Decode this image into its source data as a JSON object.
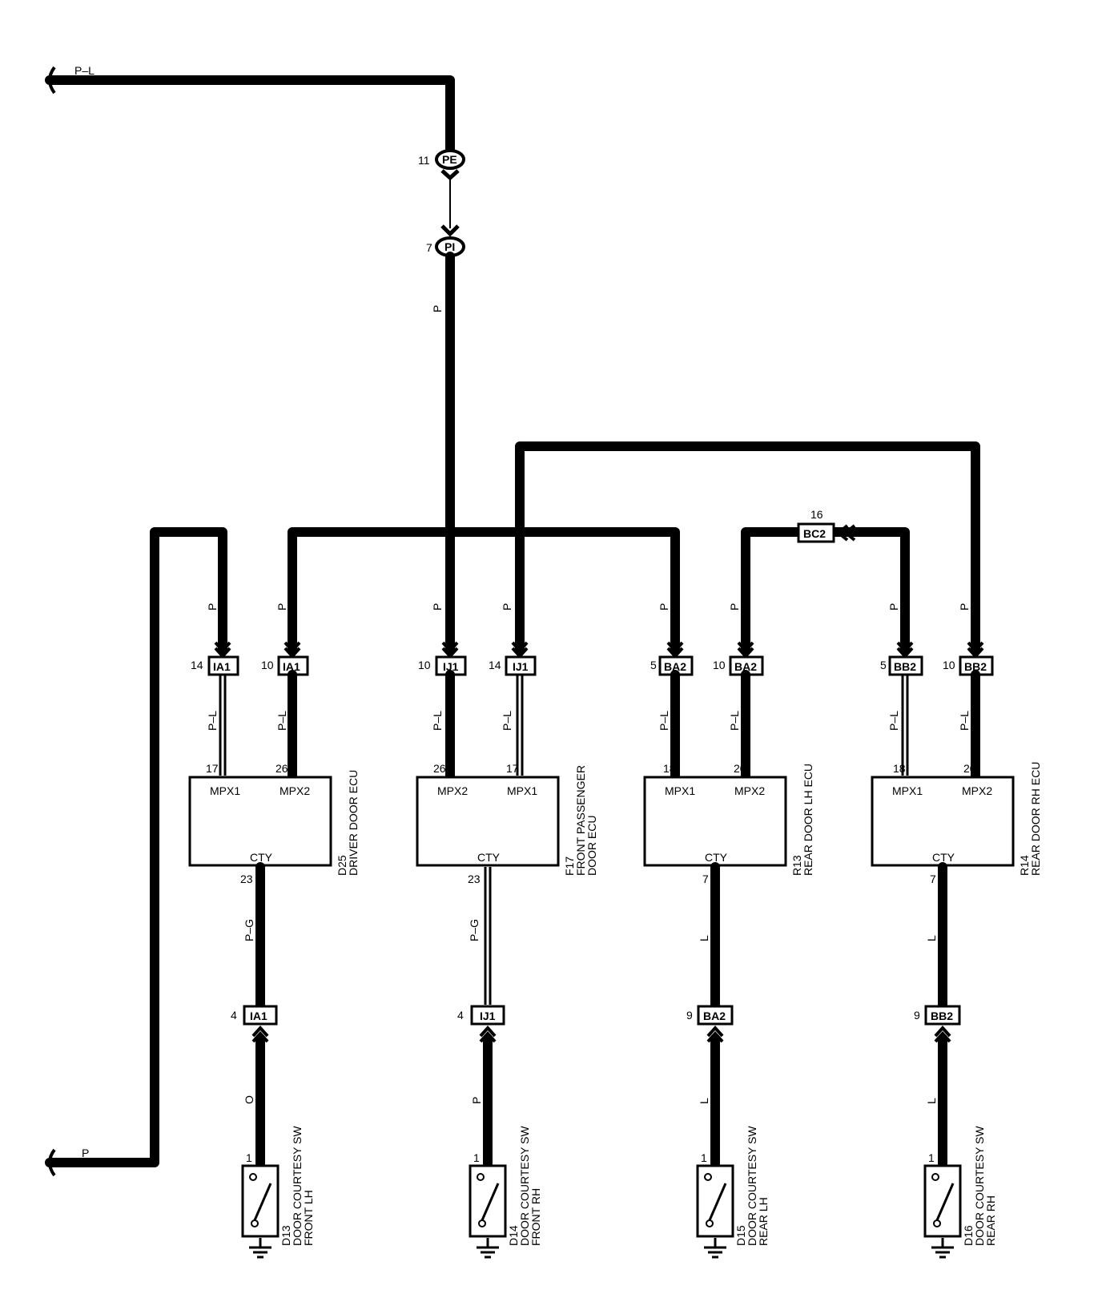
{
  "diagram": {
    "end_wires": {
      "top_left": "P–L",
      "bottom_left": "P"
    },
    "splice_top": {
      "pin": "11",
      "code": "PE"
    },
    "splice_bottom": {
      "pin": "7",
      "code": "PI"
    },
    "trunk_wire": "P",
    "junction": {
      "pin": "16",
      "code": "BC2"
    },
    "ecus": [
      {
        "id": "D25",
        "name": "DRIVER DOOR ECU",
        "top_wire_colors": [
          "P",
          "P"
        ],
        "top_connectors": [
          {
            "pin": "14",
            "code": "IA1"
          },
          {
            "pin": "10",
            "code": "IA1"
          }
        ],
        "mid_wire_colors": [
          "P–L",
          "P–L"
        ],
        "ecu_pins": [
          "17",
          "26"
        ],
        "ports": [
          "MPX1",
          "MPX2"
        ],
        "bottom_port": "CTY",
        "bottom_pin": "23",
        "bottom_wire": "P–G",
        "bottom_connector": {
          "pin": "4",
          "code": "IA1"
        },
        "switch_wire": "O",
        "switch_pin": "1",
        "switch": {
          "id": "D13",
          "name": "DOOR COURTESY SW",
          "sub": "FRONT LH"
        }
      },
      {
        "id": "F17",
        "name": "FRONT PASSENGER",
        "name2": "DOOR ECU",
        "top_wire_colors": [
          "P",
          "P"
        ],
        "top_connectors": [
          {
            "pin": "10",
            "code": "IJ1"
          },
          {
            "pin": "14",
            "code": "IJ1"
          }
        ],
        "mid_wire_colors": [
          "P–L",
          "P–L"
        ],
        "ecu_pins": [
          "26",
          "17"
        ],
        "ports": [
          "MPX2",
          "MPX1"
        ],
        "bottom_port": "CTY",
        "bottom_pin": "23",
        "bottom_wire": "P–G",
        "bottom_connector": {
          "pin": "4",
          "code": "IJ1"
        },
        "switch_wire": "P",
        "switch_pin": "1",
        "switch": {
          "id": "D14",
          "name": "DOOR COURTESY SW",
          "sub": "FRONT RH"
        }
      },
      {
        "id": "R13",
        "name": "REAR DOOR LH ECU",
        "top_wire_colors": [
          "P",
          "P"
        ],
        "top_connectors": [
          {
            "pin": "5",
            "code": "BA2"
          },
          {
            "pin": "10",
            "code": "BA2"
          }
        ],
        "mid_wire_colors": [
          "P–L",
          "P–L"
        ],
        "ecu_pins": [
          "18",
          "20"
        ],
        "ports": [
          "MPX1",
          "MPX2"
        ],
        "bottom_port": "CTY",
        "bottom_pin": "7",
        "bottom_wire": "L",
        "bottom_connector": {
          "pin": "9",
          "code": "BA2"
        },
        "switch_wire": "L",
        "switch_pin": "1",
        "switch": {
          "id": "D15",
          "name": "DOOR COURTESY SW",
          "sub": "REAR LH"
        }
      },
      {
        "id": "R14",
        "name": "REAR DOOR RH ECU",
        "top_wire_colors": [
          "P",
          "P"
        ],
        "top_connectors": [
          {
            "pin": "5",
            "code": "BB2"
          },
          {
            "pin": "10",
            "code": "BB2"
          }
        ],
        "mid_wire_colors": [
          "P–L",
          "P–L"
        ],
        "ecu_pins": [
          "18",
          "20"
        ],
        "ports": [
          "MPX1",
          "MPX2"
        ],
        "bottom_port": "CTY",
        "bottom_pin": "7",
        "bottom_wire": "L",
        "bottom_connector": {
          "pin": "9",
          "code": "BB2"
        },
        "switch_wire": "L",
        "switch_pin": "1",
        "switch": {
          "id": "D16",
          "name": "DOOR COURTESY SW",
          "sub": "REAR RH"
        }
      }
    ]
  }
}
